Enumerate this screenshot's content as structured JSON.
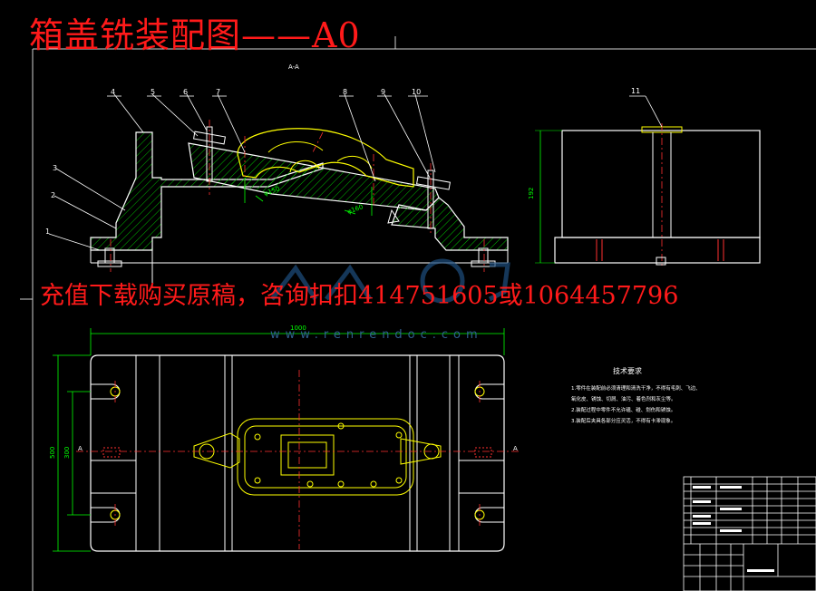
{
  "title": "箱盖铣装配图——A0",
  "promo": "充值下载购买原稿，咨询扣扣414751605或1064457796",
  "watermark": {
    "url": "www.renrendoc.com"
  },
  "section_label": "A-A",
  "balloons": [
    "1",
    "2",
    "3",
    "4",
    "5",
    "6",
    "7",
    "8",
    "9",
    "10",
    "11"
  ],
  "dimensions": {
    "plan_width": "1000",
    "plan_height": "500",
    "side_height": "192",
    "small_a": "160"
  },
  "tech_req": {
    "title": "技术要求",
    "lines": [
      "1.零件在装配前必须清理和清洗干净，不得有毛刺、飞边、",
      "氧化皮、锈蚀、切屑、油污、着色剂和灰尘等。",
      "2.装配过程中零件不允许磕、碰、划伤和锈蚀。",
      "3.装配后夹具各部分应灵活，不得有卡滞现象。"
    ]
  },
  "colors": {
    "outline": "#ffffff",
    "hatch": "#00d000",
    "center": "#ff3030",
    "dim": "#00ff00",
    "part": "#ffff00",
    "balloon": "#ffffff",
    "title": "#ff1a1a"
  }
}
